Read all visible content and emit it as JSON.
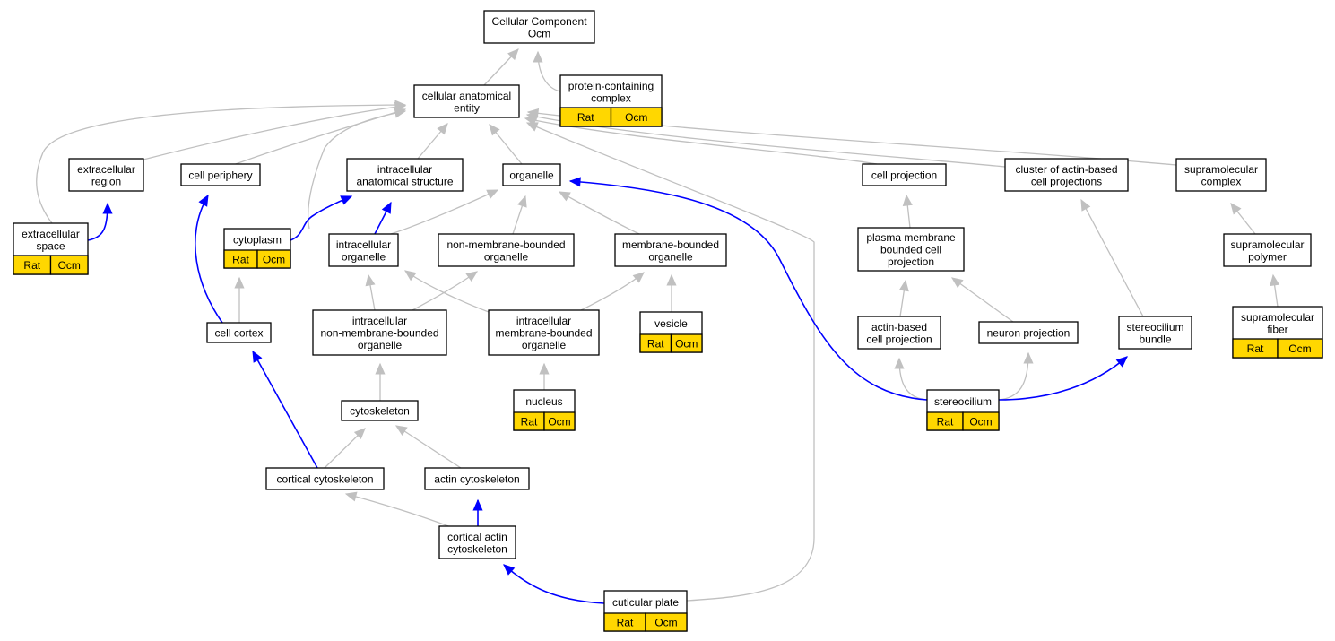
{
  "colors": {
    "edge_is_a": "#c0c0c0",
    "edge_part_of": "#0000ff",
    "annotation_badge": "#ffd700"
  },
  "nodes": [
    {
      "id": "cellular_component",
      "lines": [
        "Cellular Component",
        "Ocm"
      ]
    },
    {
      "id": "protein_containing_complex",
      "lines": [
        "protein-containing",
        "complex"
      ],
      "badges": [
        "Rat",
        "Ocm"
      ]
    },
    {
      "id": "cellular_anatomical_entity",
      "lines": [
        "cellular anatomical",
        "entity"
      ]
    },
    {
      "id": "extracellular_region",
      "lines": [
        "extracellular",
        "region"
      ]
    },
    {
      "id": "cell_periphery",
      "lines": [
        "cell periphery"
      ]
    },
    {
      "id": "intracellular_anatomical_structure",
      "lines": [
        "intracellular",
        "anatomical structure"
      ]
    },
    {
      "id": "organelle",
      "lines": [
        "organelle"
      ]
    },
    {
      "id": "cell_projection",
      "lines": [
        "cell projection"
      ]
    },
    {
      "id": "cluster_of_actin_based_cell_projections",
      "lines": [
        "cluster of actin-based",
        "cell projections"
      ]
    },
    {
      "id": "supramolecular_complex",
      "lines": [
        "supramolecular",
        "complex"
      ]
    },
    {
      "id": "extracellular_space",
      "lines": [
        "extracellular",
        "space"
      ],
      "badges": [
        "Rat",
        "Ocm"
      ]
    },
    {
      "id": "cytoplasm",
      "lines": [
        "cytoplasm"
      ],
      "badges": [
        "Rat",
        "Ocm"
      ]
    },
    {
      "id": "intracellular_organelle",
      "lines": [
        "intracellular",
        "organelle"
      ]
    },
    {
      "id": "non_membrane_bounded_organelle",
      "lines": [
        "non-membrane-bounded",
        "organelle"
      ]
    },
    {
      "id": "membrane_bounded_organelle",
      "lines": [
        "membrane-bounded",
        "organelle"
      ]
    },
    {
      "id": "plasma_membrane_bounded_cell_projection",
      "lines": [
        "plasma membrane",
        "bounded cell",
        "projection"
      ]
    },
    {
      "id": "supramolecular_polymer",
      "lines": [
        "supramolecular",
        "polymer"
      ]
    },
    {
      "id": "cell_cortex",
      "lines": [
        "cell cortex"
      ]
    },
    {
      "id": "intracellular_non_membrane_bounded_organelle",
      "lines": [
        "intracellular",
        "non-membrane-bounded",
        "organelle"
      ]
    },
    {
      "id": "intracellular_membrane_bounded_organelle",
      "lines": [
        "intracellular",
        "membrane-bounded",
        "organelle"
      ]
    },
    {
      "id": "vesicle",
      "lines": [
        "vesicle"
      ],
      "badges": [
        "Rat",
        "Ocm"
      ]
    },
    {
      "id": "actin_based_cell_projection",
      "lines": [
        "actin-based",
        "cell projection"
      ]
    },
    {
      "id": "neuron_projection",
      "lines": [
        "neuron projection"
      ]
    },
    {
      "id": "stereocilium_bundle",
      "lines": [
        "stereocilium",
        "bundle"
      ]
    },
    {
      "id": "supramolecular_fiber",
      "lines": [
        "supramolecular",
        "fiber"
      ],
      "badges": [
        "Rat",
        "Ocm"
      ]
    },
    {
      "id": "nucleus",
      "lines": [
        "nucleus"
      ],
      "badges": [
        "Rat",
        "Ocm"
      ]
    },
    {
      "id": "stereocilium",
      "lines": [
        "stereocilium"
      ],
      "badges": [
        "Rat",
        "Ocm"
      ]
    },
    {
      "id": "cytoskeleton",
      "lines": [
        "cytoskeleton"
      ]
    },
    {
      "id": "cortical_cytoskeleton",
      "lines": [
        "cortical cytoskeleton"
      ]
    },
    {
      "id": "actin_cytoskeleton",
      "lines": [
        "actin cytoskeleton"
      ]
    },
    {
      "id": "cortical_actin_cytoskeleton",
      "lines": [
        "cortical actin",
        "cytoskeleton"
      ]
    },
    {
      "id": "cuticular_plate",
      "lines": [
        "cuticular plate"
      ],
      "badges": [
        "Rat",
        "Ocm"
      ]
    }
  ],
  "edges": [
    {
      "from": "cellular_anatomical_entity",
      "to": "cellular_component",
      "type": "is_a"
    },
    {
      "from": "protein_containing_complex",
      "to": "cellular_component",
      "type": "is_a"
    },
    {
      "from": "extracellular_region",
      "to": "cellular_anatomical_entity",
      "type": "is_a"
    },
    {
      "from": "cell_periphery",
      "to": "cellular_anatomical_entity",
      "type": "is_a"
    },
    {
      "from": "intracellular_anatomical_structure",
      "to": "cellular_anatomical_entity",
      "type": "is_a"
    },
    {
      "from": "organelle",
      "to": "cellular_anatomical_entity",
      "type": "is_a"
    },
    {
      "from": "cell_projection",
      "to": "cellular_anatomical_entity",
      "type": "is_a"
    },
    {
      "from": "cluster_of_actin_based_cell_projections",
      "to": "cellular_anatomical_entity",
      "type": "is_a"
    },
    {
      "from": "supramolecular_complex",
      "to": "cellular_anatomical_entity",
      "type": "is_a"
    },
    {
      "from": "extracellular_space",
      "to": "cellular_anatomical_entity",
      "type": "is_a"
    },
    {
      "from": "cytoplasm",
      "to": "cellular_anatomical_entity",
      "type": "is_a"
    },
    {
      "from": "cuticular_plate",
      "to": "cellular_anatomical_entity",
      "type": "is_a"
    },
    {
      "from": "extracellular_space",
      "to": "extracellular_region",
      "type": "part_of"
    },
    {
      "from": "cytoplasm",
      "to": "intracellular_anatomical_structure",
      "type": "part_of"
    },
    {
      "from": "intracellular_organelle",
      "to": "intracellular_anatomical_structure",
      "type": "part_of"
    },
    {
      "from": "intracellular_organelle",
      "to": "organelle",
      "type": "is_a"
    },
    {
      "from": "non_membrane_bounded_organelle",
      "to": "organelle",
      "type": "is_a"
    },
    {
      "from": "membrane_bounded_organelle",
      "to": "organelle",
      "type": "is_a"
    },
    {
      "from": "plasma_membrane_bounded_cell_projection",
      "to": "cell_projection",
      "type": "is_a"
    },
    {
      "from": "supramolecular_polymer",
      "to": "supramolecular_complex",
      "type": "is_a"
    },
    {
      "from": "cell_cortex",
      "to": "cell_periphery",
      "type": "part_of"
    },
    {
      "from": "cell_cortex",
      "to": "cytoplasm",
      "type": "is_a"
    },
    {
      "from": "intracellular_non_membrane_bounded_organelle",
      "to": "intracellular_organelle",
      "type": "is_a"
    },
    {
      "from": "intracellular_non_membrane_bounded_organelle",
      "to": "non_membrane_bounded_organelle",
      "type": "is_a"
    },
    {
      "from": "intracellular_membrane_bounded_organelle",
      "to": "intracellular_organelle",
      "type": "is_a"
    },
    {
      "from": "intracellular_membrane_bounded_organelle",
      "to": "membrane_bounded_organelle",
      "type": "is_a"
    },
    {
      "from": "vesicle",
      "to": "membrane_bounded_organelle",
      "type": "is_a"
    },
    {
      "from": "actin_based_cell_projection",
      "to": "plasma_membrane_bounded_cell_projection",
      "type": "is_a"
    },
    {
      "from": "neuron_projection",
      "to": "plasma_membrane_bounded_cell_projection",
      "type": "is_a"
    },
    {
      "from": "stereocilium_bundle",
      "to": "cluster_of_actin_based_cell_projections",
      "type": "is_a"
    },
    {
      "from": "supramolecular_fiber",
      "to": "supramolecular_polymer",
      "type": "is_a"
    },
    {
      "from": "nucleus",
      "to": "intracellular_membrane_bounded_organelle",
      "type": "is_a"
    },
    {
      "from": "cytoskeleton",
      "to": "intracellular_non_membrane_bounded_organelle",
      "type": "is_a"
    },
    {
      "from": "stereocilium",
      "to": "actin_based_cell_projection",
      "type": "is_a"
    },
    {
      "from": "stereocilium",
      "to": "neuron_projection",
      "type": "is_a"
    },
    {
      "from": "stereocilium",
      "to": "stereocilium_bundle",
      "type": "part_of"
    },
    {
      "from": "stereocilium",
      "to": "organelle",
      "type": "part_of"
    },
    {
      "from": "cortical_cytoskeleton",
      "to": "cytoskeleton",
      "type": "is_a"
    },
    {
      "from": "cortical_cytoskeleton",
      "to": "cell_cortex",
      "type": "part_of"
    },
    {
      "from": "actin_cytoskeleton",
      "to": "cytoskeleton",
      "type": "is_a"
    },
    {
      "from": "cortical_actin_cytoskeleton",
      "to": "cortical_cytoskeleton",
      "type": "is_a"
    },
    {
      "from": "cortical_actin_cytoskeleton",
      "to": "actin_cytoskeleton",
      "type": "part_of"
    },
    {
      "from": "cuticular_plate",
      "to": "cortical_actin_cytoskeleton",
      "type": "part_of"
    }
  ]
}
